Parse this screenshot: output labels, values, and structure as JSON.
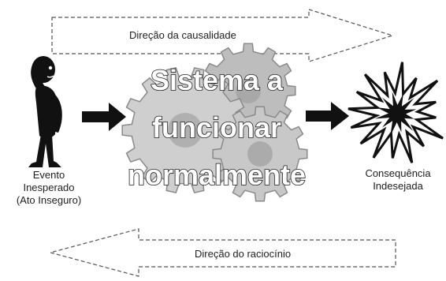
{
  "top_arrow": {
    "text": "Direção da causalidade"
  },
  "bottom_arrow": {
    "text": "Direção do raciocínio"
  },
  "center": {
    "lines": [
      "Sistema a",
      "funcionar",
      "normalmente"
    ]
  },
  "left": {
    "lines": [
      "Evento",
      "Inesperado",
      "(Ato Inseguro)"
    ]
  },
  "right": {
    "lines": [
      "Consequência",
      "Indesejada"
    ]
  },
  "colors": {
    "ink": "#1e1e1e",
    "gear": "#c4c4c4",
    "gear_dark": "#9e9e9e",
    "outline": "#6e6e6e"
  }
}
